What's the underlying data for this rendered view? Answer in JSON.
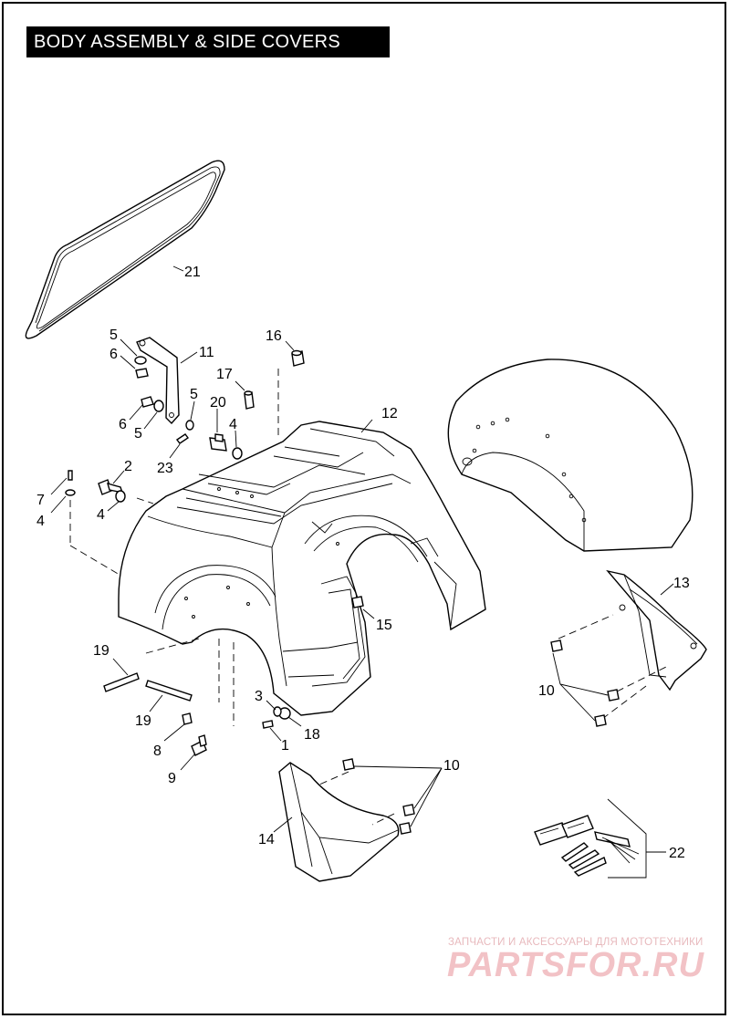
{
  "title": "BODY ASSEMBLY & SIDE COVERS",
  "callouts": {
    "c1": "1",
    "c2": "2",
    "c3": "3",
    "c4a": "4",
    "c4b": "4",
    "c4c": "4",
    "c5a": "5",
    "c5b": "5",
    "c5c": "5",
    "c6a": "6",
    "c6b": "6",
    "c7": "7",
    "c8": "8",
    "c9": "9",
    "c10a": "10",
    "c10b": "10",
    "c11": "11",
    "c12": "12",
    "c13": "13",
    "c14": "14",
    "c15": "15",
    "c16": "16",
    "c17": "17",
    "c18": "18",
    "c19a": "19",
    "c19b": "19",
    "c20": "20",
    "c21": "21",
    "c22": "22",
    "c23": "23"
  },
  "watermark": {
    "tagline": "ЗАПЧАСТИ И АКСЕССУАРЫ ДЛЯ МОТОТЕХНИКИ",
    "brand": "PARTSFOR.RU"
  },
  "colors": {
    "ink": "#000000",
    "paper": "#ffffff",
    "watermark": "#f2c2c6"
  }
}
